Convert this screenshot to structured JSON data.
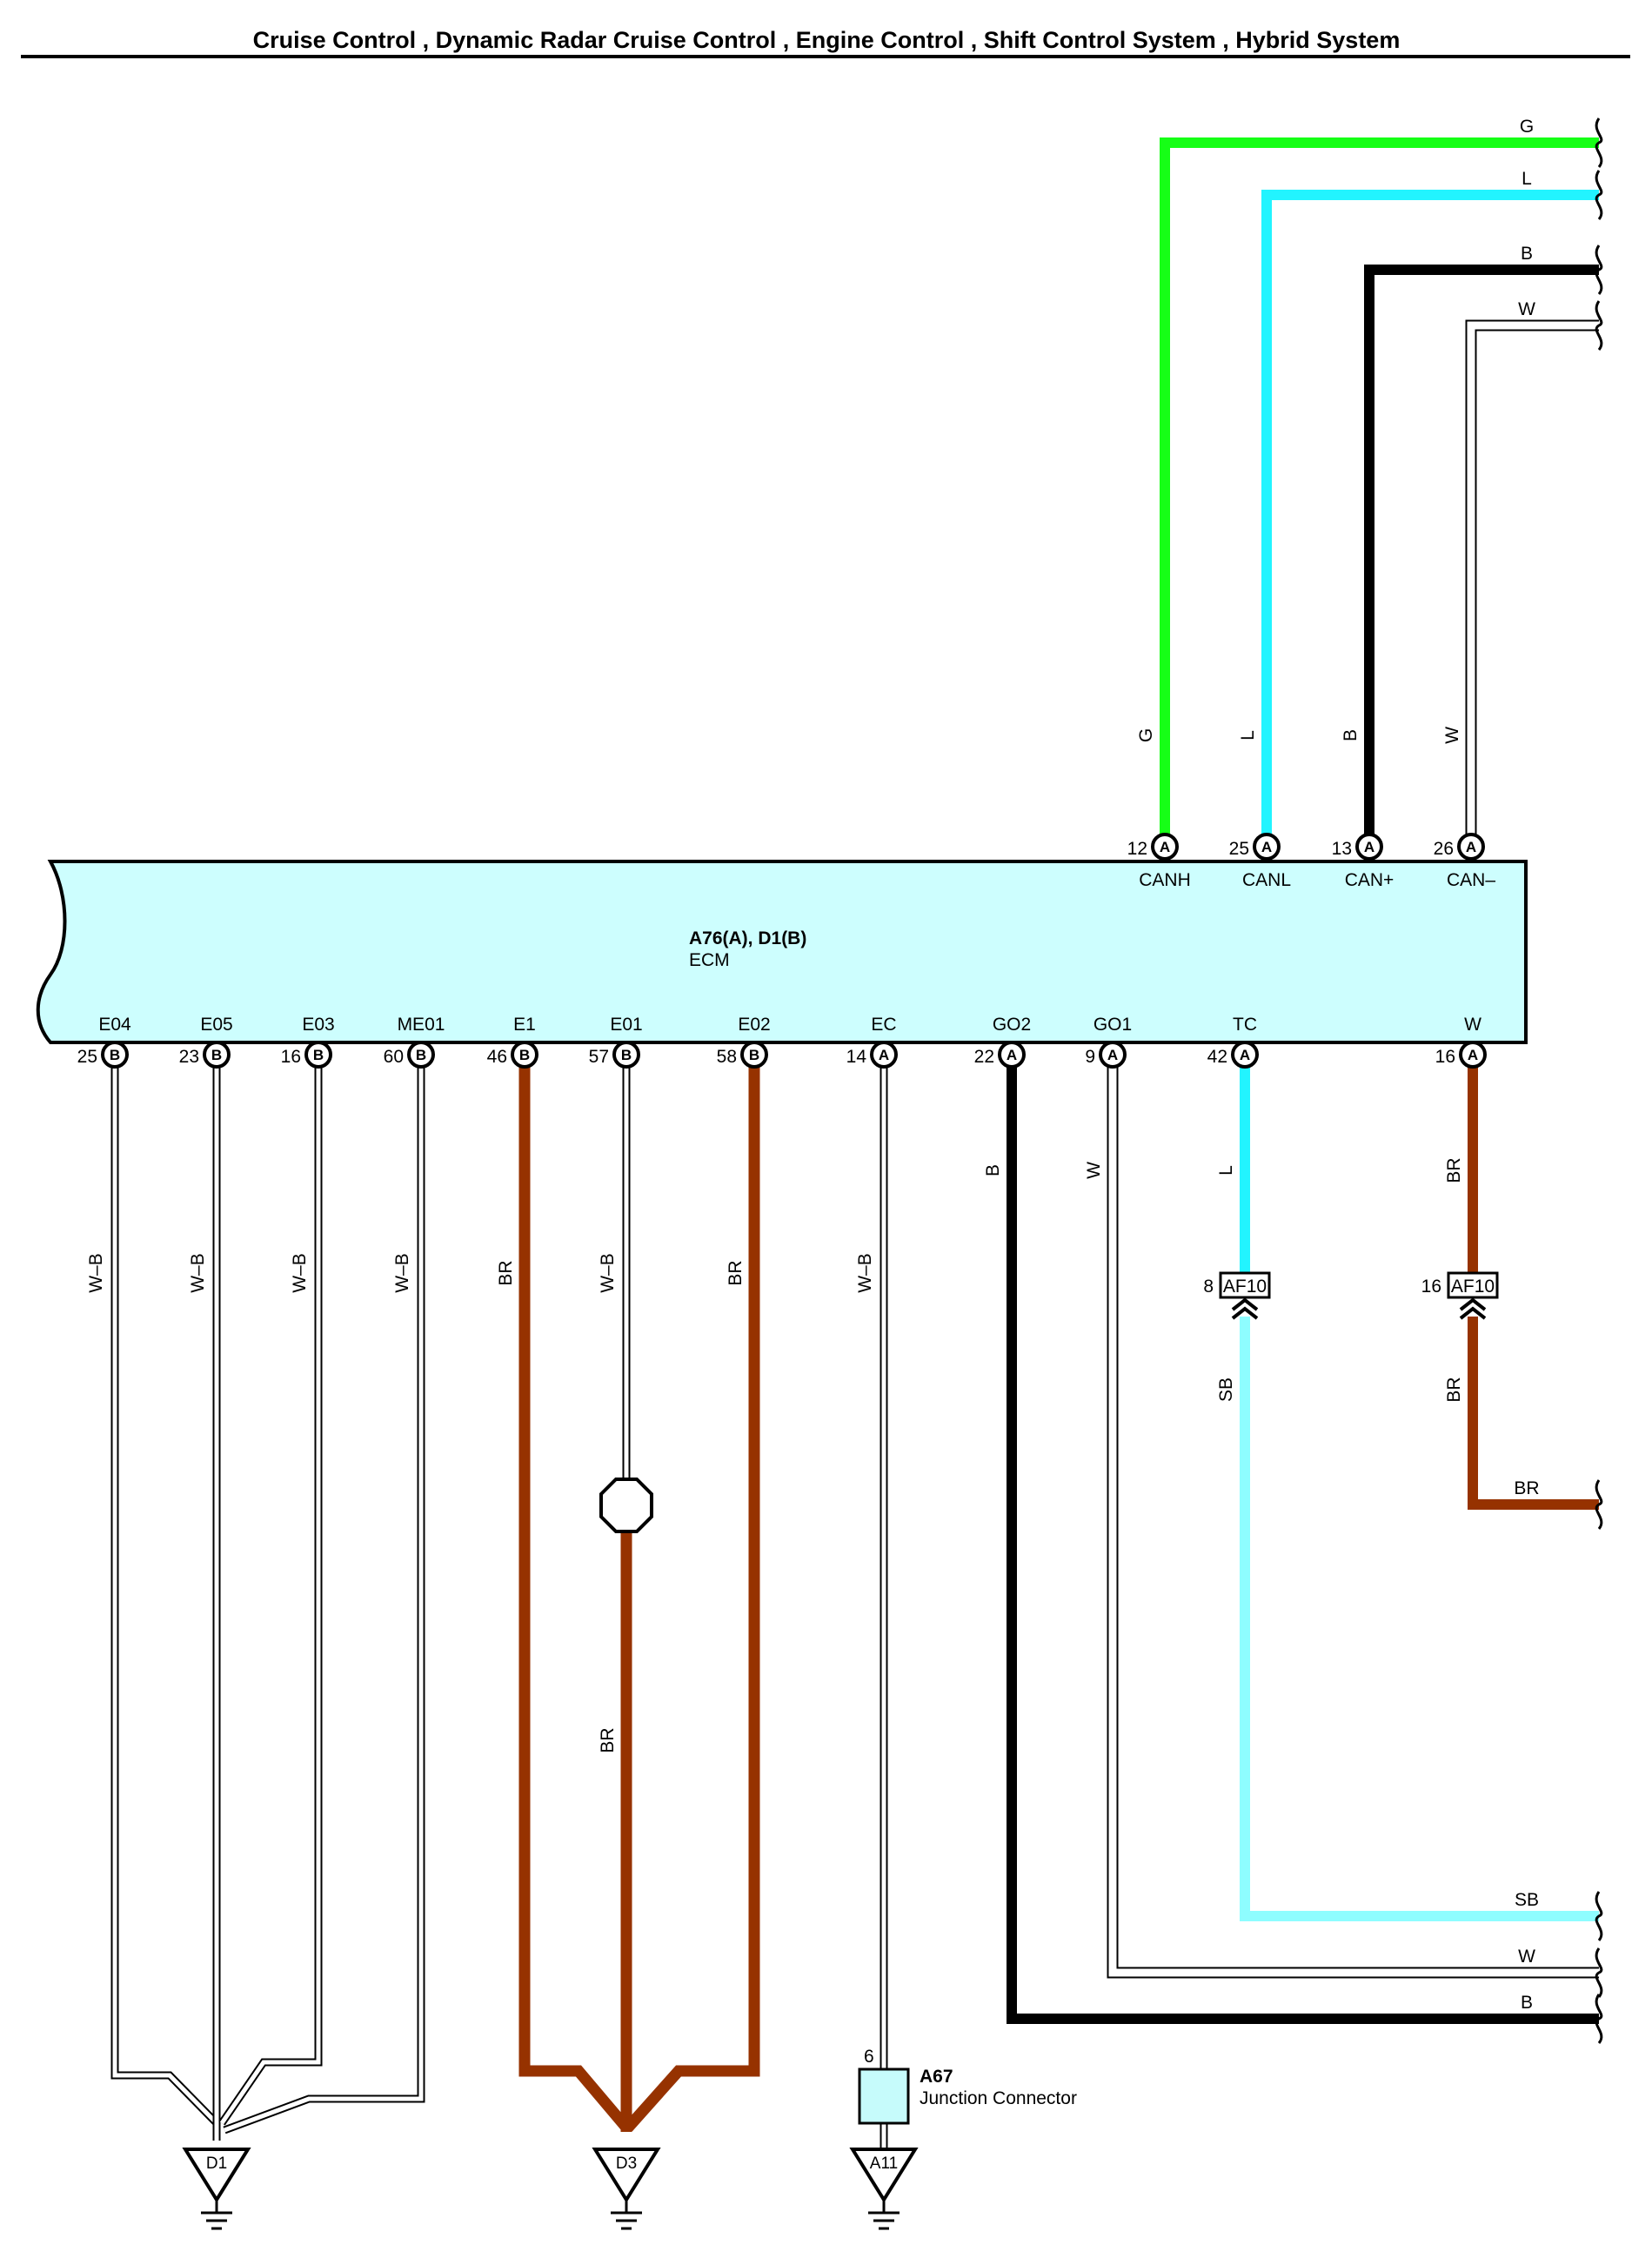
{
  "title": "Cruise Control , Dynamic Radar Cruise Control , Engine Control , Shift Control System , Hybrid System",
  "ecm": {
    "name": "A76(A), D1(B)",
    "desc": "ECM"
  },
  "colors": {
    "G": "#16ff16",
    "L": "#22f4ff",
    "SB": "#8efdff",
    "B": "#000000",
    "BR": "#963200",
    "W": "#ffffff",
    "W-B": "#ffffff",
    "ecm_fill": "#cdfefe",
    "connector_fill": "#c6fbfb"
  },
  "top_pins": [
    {
      "id": "canh",
      "num": "12",
      "conn": "A",
      "name": "CANH",
      "wire": "G",
      "wire_label": "G"
    },
    {
      "id": "canl",
      "num": "25",
      "conn": "A",
      "name": "CANL",
      "wire": "L",
      "wire_label": "L"
    },
    {
      "id": "canp",
      "num": "13",
      "conn": "A",
      "name": "CAN+",
      "wire": "B",
      "wire_label": "B"
    },
    {
      "id": "canm",
      "num": "26",
      "conn": "A",
      "name": "CAN–",
      "wire": "W",
      "wire_label": "W"
    }
  ],
  "bottom_pins": [
    {
      "id": "e04",
      "num": "25",
      "conn": "B",
      "name": "E04",
      "wire": "W-B",
      "wire_label": "W–B"
    },
    {
      "id": "e05",
      "num": "23",
      "conn": "B",
      "name": "E05",
      "wire": "W-B",
      "wire_label": "W–B"
    },
    {
      "id": "e03",
      "num": "16",
      "conn": "B",
      "name": "E03",
      "wire": "W-B",
      "wire_label": "W–B"
    },
    {
      "id": "me01",
      "num": "60",
      "conn": "B",
      "name": "ME01",
      "wire": "W-B",
      "wire_label": "W–B"
    },
    {
      "id": "e1",
      "num": "46",
      "conn": "B",
      "name": "E1",
      "wire": "BR",
      "wire_label": "BR"
    },
    {
      "id": "e01",
      "num": "57",
      "conn": "B",
      "name": "E01",
      "wire": "W-B",
      "wire_label": "W–B"
    },
    {
      "id": "e02",
      "num": "58",
      "conn": "B",
      "name": "E02",
      "wire": "BR",
      "wire_label": "BR"
    },
    {
      "id": "ec",
      "num": "14",
      "conn": "A",
      "name": "EC",
      "wire": "W-B",
      "wire_label": "W–B"
    },
    {
      "id": "go2",
      "num": "22",
      "conn": "A",
      "name": "GO2",
      "wire": "B",
      "wire_label": "B"
    },
    {
      "id": "go1",
      "num": "9",
      "conn": "A",
      "name": "GO1",
      "wire": "W",
      "wire_label": "W"
    },
    {
      "id": "tc",
      "num": "42",
      "conn": "A",
      "name": "TC",
      "wire": "L",
      "wire_label": "L"
    },
    {
      "id": "w",
      "num": "16",
      "conn": "A",
      "name": "W",
      "wire": "BR",
      "wire_label": "BR"
    }
  ],
  "right_exits": {
    "top": [
      "G",
      "L",
      "B",
      "W"
    ],
    "bottom": [
      "BR",
      "SB",
      "W",
      "B"
    ]
  },
  "af10": [
    {
      "id": "af10-tc",
      "pin": "8",
      "label": "AF10",
      "wire_after": "SB"
    },
    {
      "id": "af10-w",
      "pin": "16",
      "label": "AF10",
      "wire_after": "BR"
    }
  ],
  "e01_after_label": "BR",
  "junction": {
    "id": "A67",
    "desc": "Junction Connector",
    "pin": "6"
  },
  "grounds": [
    "D1",
    "D3",
    "A11"
  ]
}
